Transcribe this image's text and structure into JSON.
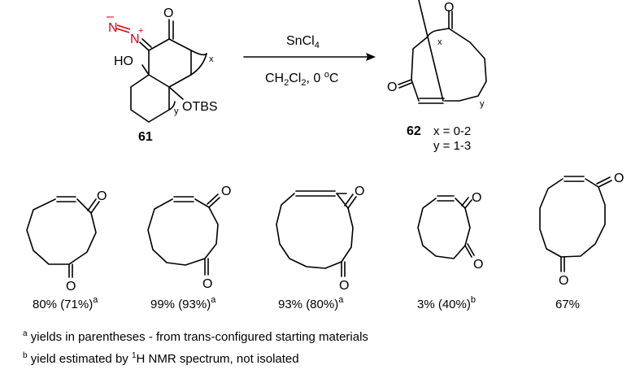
{
  "reaction": {
    "reagent": "SnCl4",
    "reagent_base": "SnCl",
    "reagent_sub": "4",
    "conditions_solvent_base": "CH",
    "conditions_solvent_sub1": "2",
    "conditions_solvent_mid": "Cl",
    "conditions_solvent_sub2": "2",
    "conditions_temp": ", 0 ",
    "conditions_temp_sup": "o",
    "conditions_temp_unit": "C"
  },
  "starting_material": {
    "id": "61",
    "diazo_n1": "N",
    "diazo_n2": "N",
    "diazo_minus": "–",
    "diazo_plus": "+",
    "oxygen": "O",
    "ho": "HO",
    "otbs": "OTBS",
    "x": "x",
    "y": "y"
  },
  "product": {
    "id": "62",
    "oxygen": "O",
    "x": "x",
    "y": "y",
    "range_x": "x = 0-2",
    "range_y": "y = 1-3"
  },
  "examples": [
    {
      "yield": "80% (71%)",
      "note": "a"
    },
    {
      "yield": "99% (93%)",
      "note": "a"
    },
    {
      "yield": "93% (80%)",
      "note": "a"
    },
    {
      "yield": "3% (40%)",
      "note": "b"
    },
    {
      "yield": "67%",
      "note": ""
    }
  ],
  "footnotes": {
    "a_mark": "a",
    "a_text": " yields in parentheses - from trans-configured starting materials",
    "b_mark": "b",
    "b_text_1": " yield estimated by ",
    "b_sup": "1",
    "b_text_2": "H NMR spectrum, not isolated"
  },
  "colors": {
    "diazo": "#e0000f",
    "ink": "#000000"
  }
}
